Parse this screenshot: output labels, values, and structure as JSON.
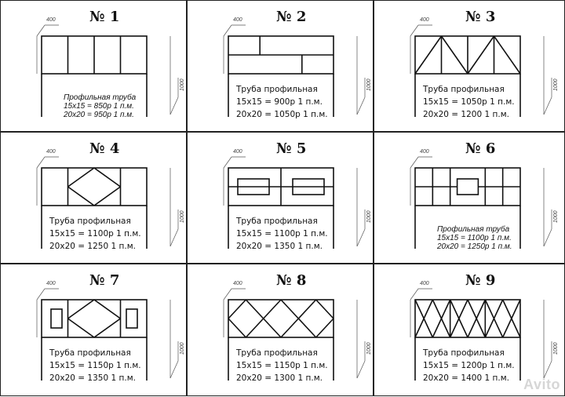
{
  "watermark": "Avito",
  "cells": [
    {
      "number": "№ 1",
      "dim_top": "400",
      "dim_side": "1000",
      "lines": [
        "Профильная труба",
        "15x15 = 850р 1 п.м.",
        "20x20 = 950р 1 п.м."
      ],
      "italic": true
    },
    {
      "number": "№ 2",
      "dim_top": "400",
      "dim_side": "1000",
      "lines": [
        "Труба профильная",
        "15x15 = 900р 1 п.м.",
        "20x20 = 1050р 1 п.м."
      ],
      "italic": false
    },
    {
      "number": "№ 3",
      "dim_top": "400",
      "dim_side": "1000",
      "lines": [
        "Труба профильная",
        "15x15 = 1050р 1 п.м.",
        "20x20 = 1200 1 п.м."
      ],
      "italic": false
    },
    {
      "number": "№ 4",
      "dim_top": "400",
      "dim_side": "1000",
      "lines": [
        "Труба профильная",
        "15x15 = 1100р 1 п.м.",
        "20x20 = 1250 1 п.м."
      ],
      "italic": false
    },
    {
      "number": "№ 5",
      "dim_top": "400",
      "dim_side": "1000",
      "lines": [
        "Труба профильная",
        "15x15 = 1100р 1 п.м.",
        "20x20 = 1350 1 п.м."
      ],
      "italic": false
    },
    {
      "number": "№ 6",
      "dim_top": "400",
      "dim_side": "1000",
      "lines": [
        "Профильная труба",
        "15x15 = 1100р 1 п.м.",
        "20x20 = 1250р 1 п.м."
      ],
      "italic": true
    },
    {
      "number": "№ 7",
      "dim_top": "400",
      "dim_side": "1000",
      "lines": [
        "Труба профильная",
        "15x15 = 1150р 1 п.м.",
        "20x20 = 1350 1 п.м."
      ],
      "italic": false
    },
    {
      "number": "№ 8",
      "dim_top": "400",
      "dim_side": "1000",
      "lines": [
        "Труба профильная",
        "15x15 = 1150р 1 п.м.",
        "20x20 = 1300 1 п.м."
      ],
      "italic": false
    },
    {
      "number": "№ 9",
      "dim_top": "400",
      "dim_side": "1000",
      "lines": [
        "Труба профильная",
        "15x15 = 1200р 1 п.м.",
        "20x20 = 1400 1 п.м."
      ],
      "italic": false
    }
  ]
}
